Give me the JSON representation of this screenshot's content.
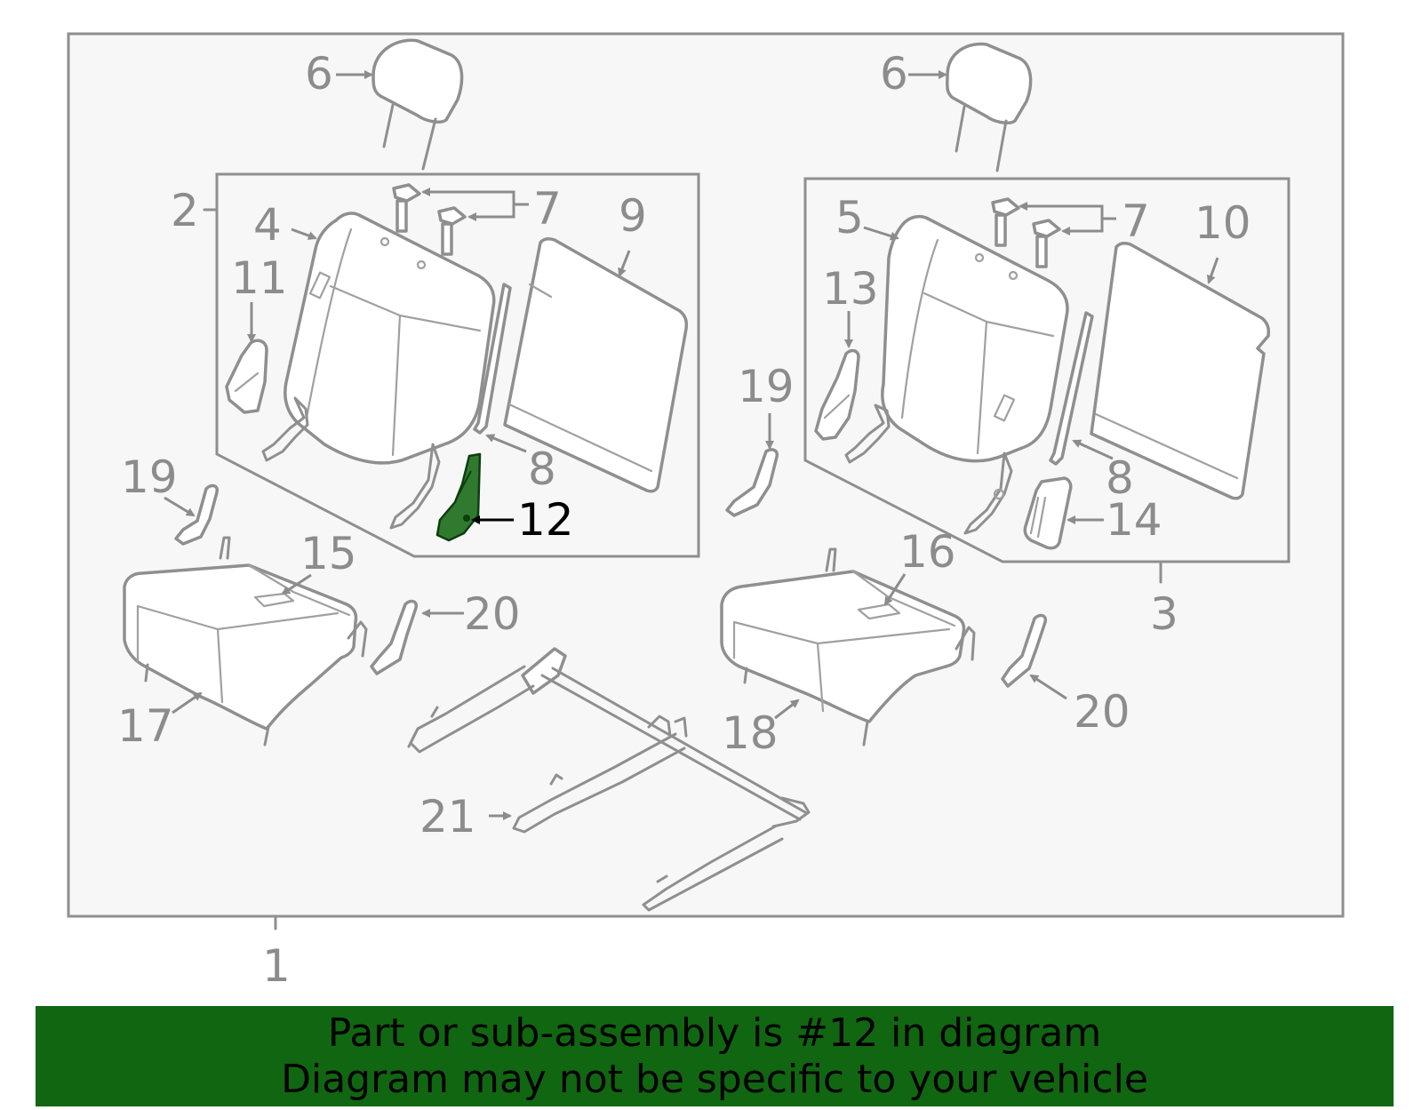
{
  "diagram": {
    "callouts": {
      "c1": "1",
      "c2": "2",
      "c3": "3",
      "c4": "4",
      "c5": "5",
      "c6a": "6",
      "c6b": "6",
      "c7a": "7",
      "c7b": "7",
      "c8a": "8",
      "c8b": "8",
      "c9": "9",
      "c10": "10",
      "c11": "11",
      "c12": "12",
      "c13": "13",
      "c14": "14",
      "c15": "15",
      "c16": "16",
      "c17": "17",
      "c18": "18",
      "c19a": "19",
      "c19b": "19",
      "c20a": "20",
      "c20b": "20",
      "c21": "21"
    },
    "highlighted_part": "12",
    "highlight_color": "#2f7a2f"
  },
  "banner": {
    "line1": "Part or sub-assembly is #12 in diagram",
    "line2": "Diagram may not be specific to your vehicle",
    "background": "#116611"
  }
}
